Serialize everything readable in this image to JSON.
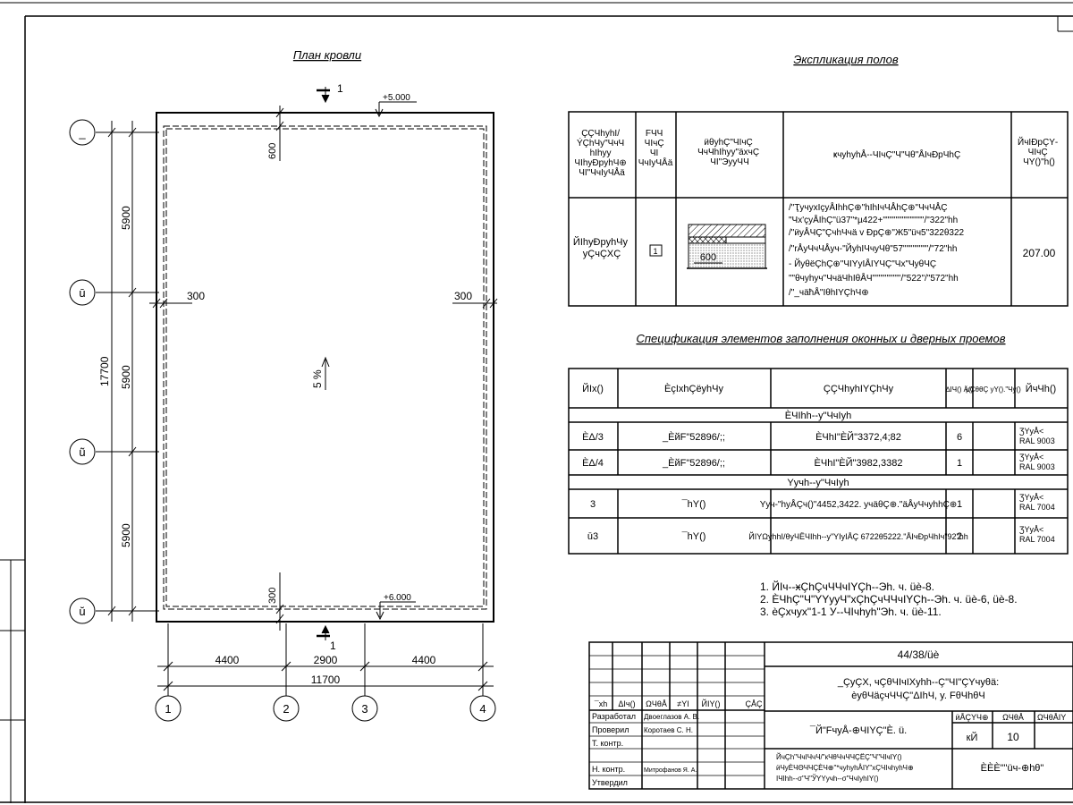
{
  "plan": {
    "title": "План кровли",
    "section_mark": "1",
    "top_elev": "+5.000",
    "bottom_elev": "+6.000",
    "slope": "5 %",
    "dim_600": "600",
    "dim_300_left": "300",
    "dim_300_right": "300",
    "dim_300_bottom": "300",
    "axes_left": [
      "_",
      "ū",
      "ũ",
      "ŭ"
    ],
    "left_dims": [
      "5900",
      "5900",
      "5900"
    ],
    "left_total": "17700",
    "bottom_axes": [
      "1",
      "2",
      "3",
      "4"
    ],
    "bottom_dims": [
      "4400",
      "2900",
      "4400"
    ],
    "bottom_total": "11700"
  },
  "explication": {
    "title": "Экспликация полов",
    "headers": [
      "ÇÇЧhyhI/ ÝÇhЧy\"ЧчЧ hIhyy ЧIhyÐpyhЧ⊕ ЧI\"ЧчIyЧÅä",
      "FЧЧ ЧIчÇ ЧI ЧчIyЧÅä",
      "ӥθyhÇ\"ЧIчÇ ЧчЧhIhyy\"äxчÇ ЧI\"ЭyyЧЧ",
      "ҝчyhyhÅ‑‑ЧIчÇ\"Ч\"Чθ\"ÅIчÐpЧhÇ",
      "ЙчIÐpÇY‑ ЧIчÇ ЧY()\"h()"
    ],
    "row": {
      "room": "ЙIhyÐpyhЧy yÇчÇXÇ",
      "type": "1",
      "detail_dim": "600",
      "desc": [
        "/\"ҬyчyxIçyÅIhhÇ⊕\"hIhIчЧÅhÇ⊕\"ЧчЧÅÇ",
        "\"Чx'çyÅIhÇ\"ü37\"*µ422+\"\"\"\"\"\"\"\"\"\"\"\"\"/\"322\"hh",
        "/\"ӥyÅЧÇ\"ÇчhЧчä v ÐpÇ⊕\"Ж5\"üч5\"322θ322",
        "/\"rÅyЧчЧÅyч‑\"ЙyhIЧчyЧθ\"57\"\"\"\"\"\"\"\"/\"72\"hh",
        "- ЙyθëÇhÇ⊕\"ЧIYyIÅIYЧÇ\"Чx\"ЧyθЧÇ",
        "\"\"θчyhyч\"ЧчäЧhIθÅЧ\"\"\"\"\"\"\"\"\"/\"522\"/\"572\"hh",
        "/\"_чäħÅ\"IθhIYÇhЧ⊕"
      ],
      "area": "207.00"
    }
  },
  "spec": {
    "title": "Спецификация элементов заполнения оконных и дверных проемов",
    "headers": [
      "ЙIx()",
      "ÈçIxhÇëyhЧy",
      "ÇÇЧhyhIYÇhЧy",
      "∆IЧ() Ä()",
      "µÇθθÇ yY().\"Чy()",
      "ЙчЧh()"
    ],
    "groups": [
      {
        "label": "ÈЧIhh‑‑у\"ЧчIyh",
        "rows": [
          [
            "ÈΔ/3",
            "_ÈйF\"52896/;;",
            "ÈЧhI\"ÈЙ\"3372,4;82",
            "6",
            "",
            "ƷYyÅ<",
            "RAL 9003"
          ],
          [
            "ÈΔ/4",
            "_ÈйF\"52896/;;",
            "ÈЧhI\"ÈЙ\"3982,3382",
            "1",
            "",
            "ƷYyÅ<",
            "RAL 9003"
          ]
        ]
      },
      {
        "label": "Yyчh‑‑у\"ЧчIyh",
        "rows": [
          [
            "3",
            "¯hY()",
            "Yyч‑\"hyÅÇч()\"4452,3422. yчäθÇ⊕.\"äÅyЧчyhhÇ⊕",
            "1",
            "",
            "ƷYyÅ<",
            "RAL 7004"
          ],
          [
            "ū3",
            "¯hY()",
            "ЙIYΩyhhI/θyЧЁЧIhh‑‑у\"YIyIÅÇ 6722θ5222.\"ÅIчÐpЧhIч\"92\"hh",
            "2",
            "",
            "ƷYyÅ<",
            "RAL 7004"
          ]
        ]
      }
    ]
  },
  "notes": [
    "1. ЙIч‑‑ӿÇhÇчЧЧчIYÇh‑‑Эh. ч. üè-8.",
    "2. ÈЧhÇ\"Ч\"YYyyЧ\"xÇhÇчЧЧчIYÇh‑‑Эh. ч. üè-6, üè-8.",
    "3. èÇxчyx\"1-1 У‑‑ЧIчhyh\"Эh. ч. üè-11."
  ],
  "stamp": {
    "code": "44/38/üè",
    "project": "_ÇyÇX, чÇθЧIчIXyhh‑‑Ç\"ЧI\"ÇYчyθä:",
    "project2": "èyθЧäçчЧЧÇ\"ΔIhЧ, y. FθЧhθЧ",
    "sheet_title": "¯Й\"FчyÅ‑⊕ЧIYÇ\"È. ü.",
    "sheet_desc": [
      "ЙчÇh\"ЧчIЧчЧ/\"кЧθЧчЧЧÇЁÇ\"Ч\"ЧIчIY()",
      "ӥЧyÈЧΘЧЧÇÈЧ⊕\"*чyhyhÅIY\"xÇЧIчhyhЧ⊕",
      "IЧIhh‑‑σ\"Ч\"ЎYYyчh‑‑σ\"ЧчIyhIY()"
    ],
    "col_headers": [
      "¯xh",
      "ΔIч()",
      "ΩЧθÅ",
      "≠YI",
      "ЙIY()",
      "ÇÅÇ"
    ],
    "stage_hdr": "ӥÅÇYЧ⊕",
    "sheet_hdr": "ΩЧθÅ",
    "sheets_hdr": "ΩЧθÅIY",
    "stage": "кЙ",
    "sheet_no": "10",
    "org": "ÈÈÈ\"\"üч‑⊕hθ\"",
    "roles": [
      "Разработал",
      "Проверил",
      "Т. контр.",
      "",
      "Н. контр.",
      "Утвердил"
    ],
    "names": [
      "Двоеглазов А. В.",
      "Коротаев С. Н.",
      "",
      "",
      "Митрофанов Я. А.",
      ""
    ]
  }
}
